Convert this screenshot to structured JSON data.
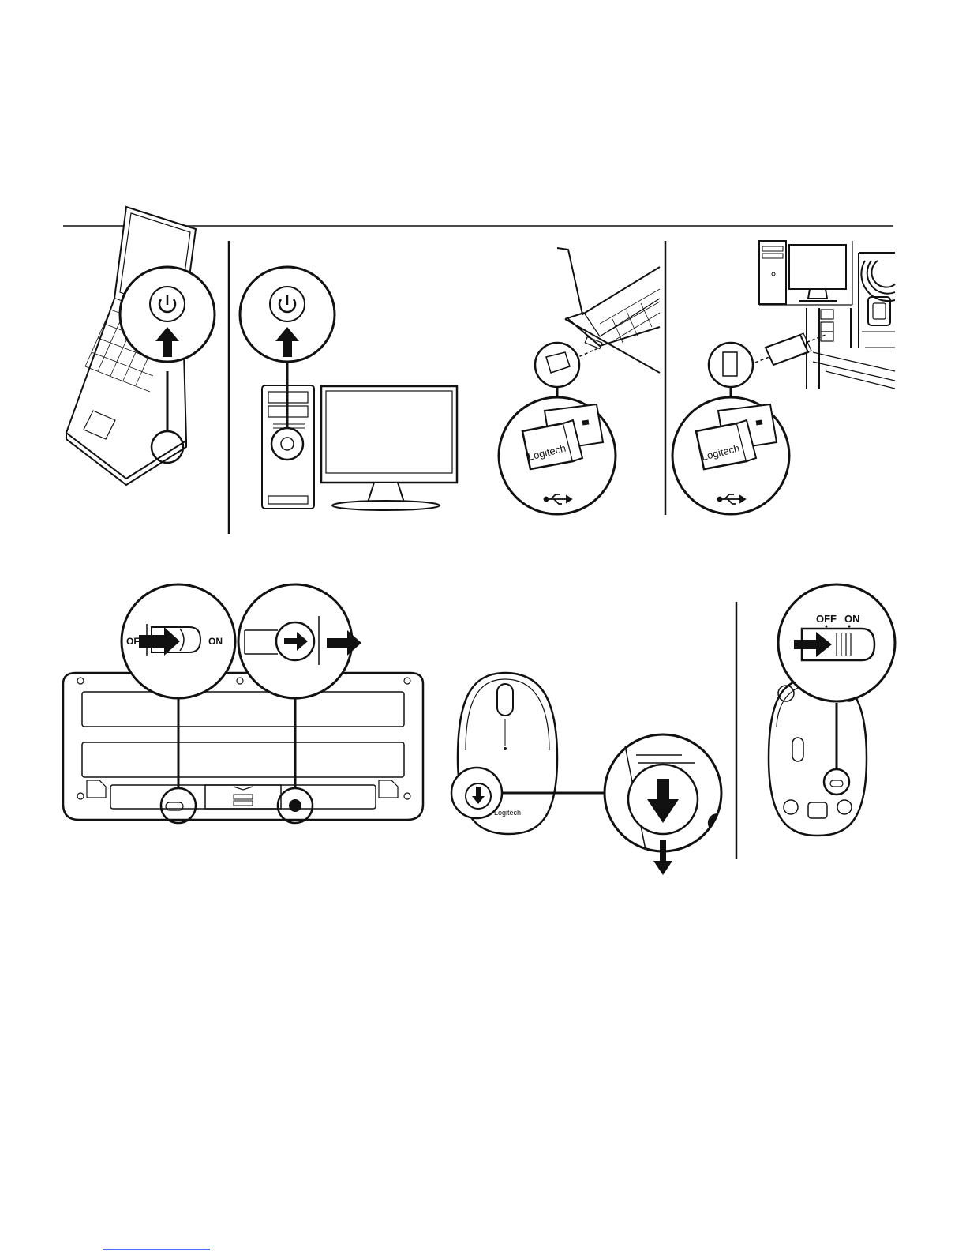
{
  "labels": {
    "keyboard_off": "OFF",
    "keyboard_on": "ON",
    "mouse_off": "OFF",
    "mouse_on": "ON",
    "receiver_brand": "Logitech",
    "mouse_brand": "Logitech"
  },
  "icons": {
    "power": "power-icon",
    "usb": "usb-icon",
    "arrow": "arrow-icon"
  },
  "colors": {
    "ink": "#111111",
    "paper": "#ffffff",
    "footer_rule": "#1a3cff"
  }
}
